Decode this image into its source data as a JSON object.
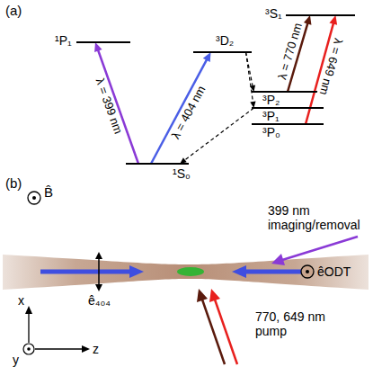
{
  "diagram": {
    "nodes": [
      {
        "text": [
          "¹P₁"
        ]
      },
      {
        "text": [
          "¹S₀"
        ]
      },
      {
        "text": [
          "³D₂"
        ]
      },
      {
        "text": [
          "³S₁"
        ]
      },
      {
        "text": [
          "³P₂"
        ]
      },
      {
        "text": [
          "³P₁"
        ]
      },
      {
        "text": [
          "³P₀"
        ]
      }
    ],
    "edges": [
      {
        "from": 1,
        "to": 0,
        "arrow": "to",
        "label": "λ = 399 nm"
      },
      {
        "from": 1,
        "to": 2,
        "arrow": "to",
        "label": "λ = 404 nm"
      },
      {
        "from": 2,
        "to": 4,
        "arrow": "to"
      },
      {
        "from": 2,
        "to": 5,
        "arrow": "to"
      },
      {
        "from": 5,
        "to": 1,
        "arrow": "to"
      },
      {
        "from": 4,
        "to": 3,
        "arrow": "to",
        "label": "λ = 770 nm"
      },
      {
        "from": 6,
        "to": 3,
        "arrow": "to",
        "label": "λ = 649 nm"
      }
    ],
    "labels": [
      "(a)",
      "(b)",
      "B̂",
      "ê₄₀₄",
      "êODT",
      "399 nm imaging/removal",
      "770, 649 nm pump",
      "x",
      "y",
      "z"
    ]
  }
}
